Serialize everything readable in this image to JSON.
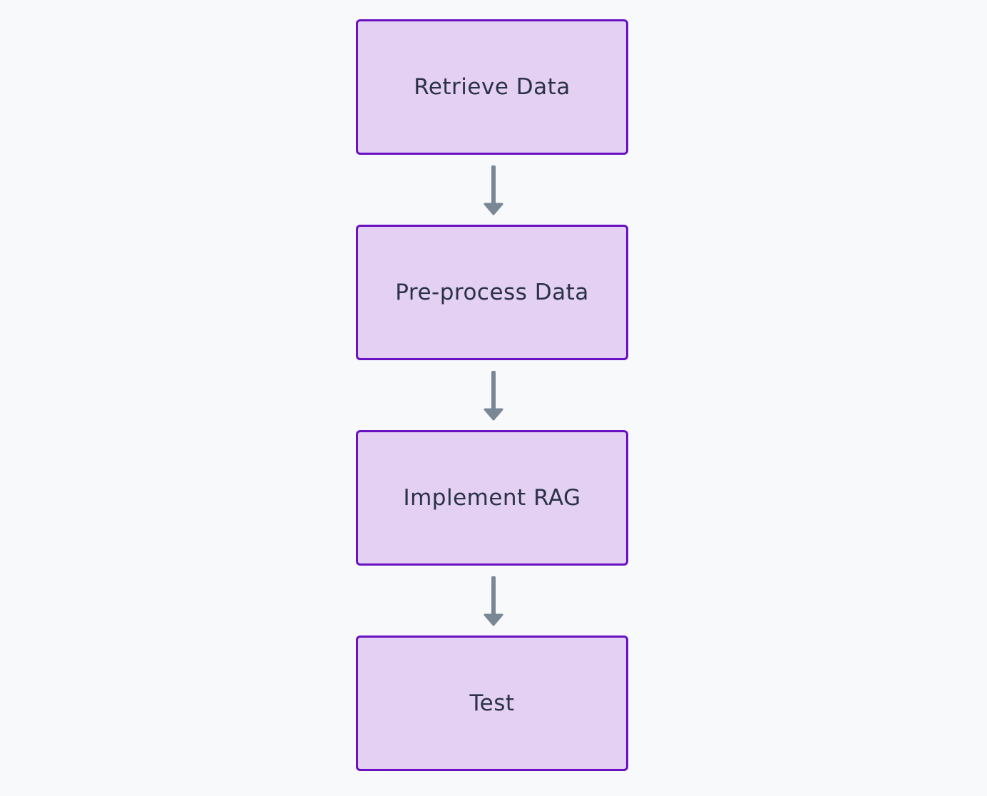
{
  "diagram": {
    "colors": {
      "background": "#f8f9fb",
      "node_fill": "#e3d0f2",
      "node_border": "#6a12c2",
      "node_text": "#2b3247",
      "arrow": "#7a8794"
    },
    "nodes": [
      {
        "label": "Retrieve Data"
      },
      {
        "label": "Pre-process Data"
      },
      {
        "label": "Implement RAG"
      },
      {
        "label": "Test"
      }
    ],
    "edges": [
      {
        "from": "Retrieve Data",
        "to": "Pre-process Data"
      },
      {
        "from": "Pre-process Data",
        "to": "Implement RAG"
      },
      {
        "from": "Implement RAG",
        "to": "Test"
      }
    ]
  }
}
